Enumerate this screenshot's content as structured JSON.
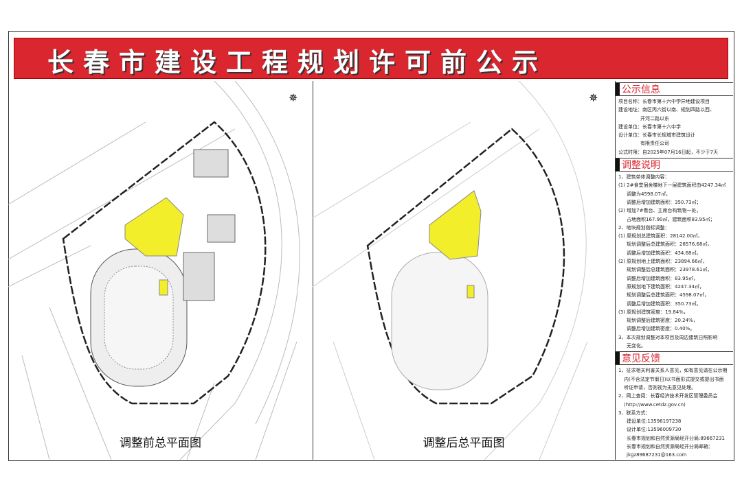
{
  "title": "长春市建设工程规划许可前公示",
  "maps": {
    "before_caption": "调整前总平面图",
    "after_caption": "调整后总平面图"
  },
  "info": {
    "publicity_heading": "公示信息",
    "publicity": [
      "项目名称：长春市第十六中学异地建设项目",
      "建设地址：南区丙六街以南、规划四路以西、",
      "开河二路以东",
      "建设单位：长春市第十六中学",
      "设计单位：长春市长规城市建筑设计",
      "有限责任公司",
      "公式时限：自2025年07月16日起，不少于7天"
    ],
    "adjust_heading": "调整说明",
    "adjust": [
      "1、建筑单体调整内容：",
      "(1) 2#食堂宿舍楼地下一层建筑面积由4247.34㎡",
      "调整为4598.07㎡，",
      "调整后增加建筑面积：350.73㎡；",
      "(2) 增加7#看台、主席台构筑物一处，",
      "占地面积167.90㎡，建筑面积83.95㎡；",
      "2、地块规划指标调整：",
      "(1) 原规划总建筑面积：28142.00㎡，",
      "规划调整后总建筑面积：28576.68㎡，",
      "调整后增加建筑面积：434.68㎡。",
      "(2) 原规划地上建筑面积：23894.66㎡，",
      "规划调整后总建筑面积：23978.61㎡，",
      "调整后增加建筑面积：83.95㎡，",
      "原规划地下建筑面积：4247.34㎡，",
      "规划调整后总建筑面积：4598.07㎡，",
      "调整后增加建筑面积：350.73㎡。",
      "(3) 原规划建筑密度：19.84%，",
      "规划调整后建筑密度：20.24%，",
      "调整后增加建筑密度：0.40%。",
      "3、本次规划调整对本项目及周边建筑日照影响",
      "无变化。"
    ],
    "feedback_heading": "意见反馈",
    "feedback": [
      "1、征求相关利害关系人意见，如有意见请在公示期",
      "内(不含法定节假日)以书面形式提交或提出书面",
      "听证申请，否则视为无意见处理。",
      "2、网上查阅：长春经济技术开发区管理委员会",
      "(http://www.cetdz.gov.cn)",
      "3、联系方式：",
      "建设单位:13596197238",
      "设计单位:13596009730",
      "长春市规划和自然资源局经开分局:89667231",
      "长春市规划和自然资源局经开分局邮箱：",
      "jkgz89687231@163.com"
    ]
  },
  "colors": {
    "banner": "#d9262f",
    "highlight": "#f2ee2a"
  }
}
